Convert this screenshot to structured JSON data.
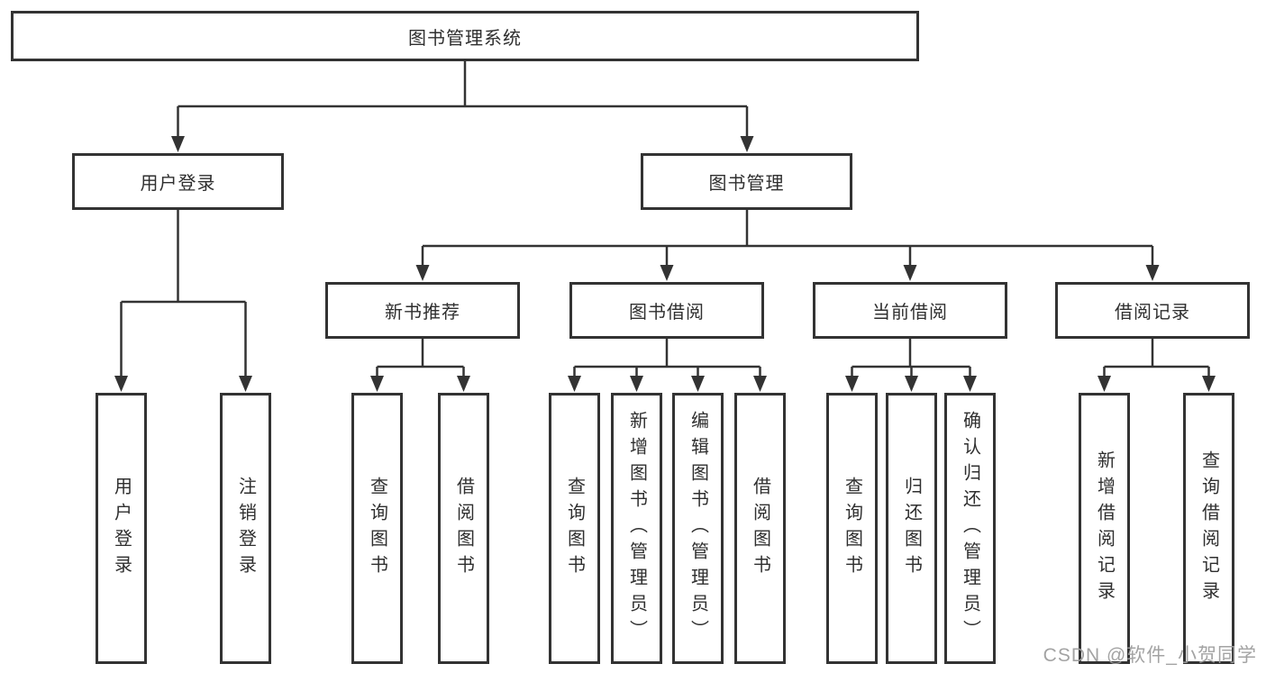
{
  "diagram": {
    "title": "图书管理系统",
    "colors": {
      "line": "#333333",
      "box_border": "#333333",
      "text": "#2f2f2f",
      "background": "#ffffff",
      "watermark": "#9e9e9e"
    },
    "root": {
      "label": "图书管理系统"
    },
    "level2": [
      {
        "label": "用户登录"
      },
      {
        "label": "图书管理"
      }
    ],
    "level3": [
      {
        "label": "新书推荐"
      },
      {
        "label": "图书借阅"
      },
      {
        "label": "当前借阅"
      },
      {
        "label": "借阅记录"
      }
    ],
    "leaves": {
      "user_login": [
        "用户登录",
        "注销登录"
      ],
      "new_book_recommend": [
        "查询图书",
        "借阅图书"
      ],
      "book_borrow": [
        "查询图书",
        "新增图书（管理员）",
        "编辑图书（管理员）",
        "借阅图书"
      ],
      "current_borrow": [
        "查询图书",
        "归还图书",
        "确认归还（管理员）"
      ],
      "borrow_records": [
        "新增借阅记录",
        "查询借阅记录"
      ]
    },
    "watermark": "CSDN @软件_小贺同学"
  }
}
